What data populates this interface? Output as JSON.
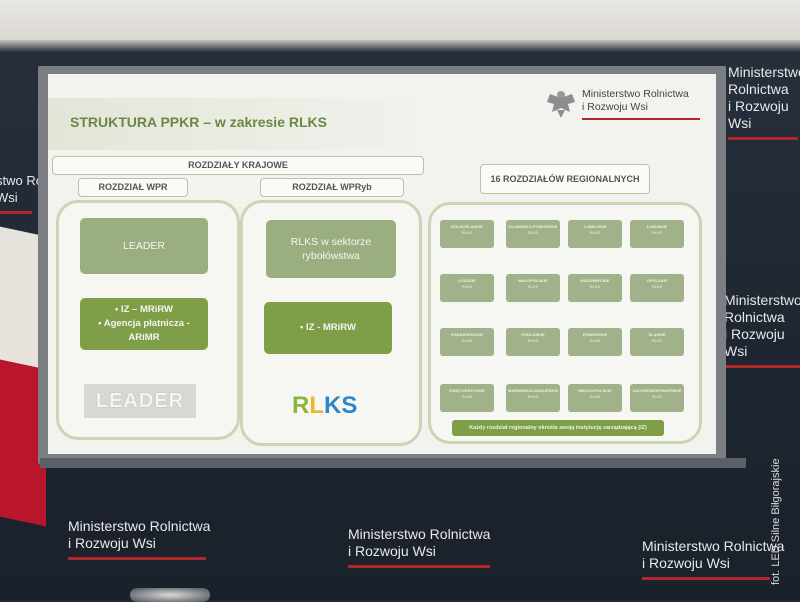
{
  "slide": {
    "title": "STRUKTURA PPKR – w zakresie RLKS",
    "ministry_logo": "Ministerstwo Rolnictwa\ni Rozwoju Wsi",
    "header_krajowe": "ROZDZIAŁY KRAJOWE",
    "header_wpr": "ROZDZIAŁ WPR",
    "header_wpryb": "ROZDZIAŁ WPRyb",
    "header_regional": "16 ROZDZIAŁÓW REGIONALNYCH",
    "wpr_box1": "LEADER",
    "wpr_box2": "• IZ – MRiRW\n• Agencja płatnicza -\nARiMR",
    "wpryb_box1": "RLKS w sektorze\nrybołówstwa",
    "wpryb_box2": "• IZ - MRiRW",
    "leader_logo": "LEADER",
    "rlks_logo": {
      "r": "R",
      "l": "L",
      "k": "K",
      "s": "S"
    },
    "regional_names": [
      "DOLNOŚLĄSKIE",
      "KUJAWSKO-POMORSKIE",
      "LUBELSKIE",
      "LUBUSKIE",
      "ŁÓDZKIE",
      "MAŁOPOLSKIE",
      "MAZOWIECKIE",
      "OPOLSKIE",
      "PODKARPACKIE",
      "PODLASKIE",
      "POMORSKIE",
      "ŚLĄSKIE",
      "ŚWIĘTOKRZYSKIE",
      "WARMIŃSKO-MAZURSKIE",
      "WIELKOPOLSKIE",
      "ZACHODNIOPOMORSKIE"
    ],
    "regional_sub": "RLKS",
    "regional_note": "Każdy rozdział regionalny określa swoją instytucję zarządzającą (IZ)"
  },
  "backdrop": {
    "brand_line1": "Ministerstwo Rolnictwa",
    "brand_line2": "i Rozwoju Wsi",
    "partial_left_1": "stwo Ro",
    "partial_left_2": "Wsi",
    "partial_right_1": "Ministerstwo Rolnictwa",
    "partial_right_2": "i Rozwoju Wsi"
  },
  "photo_credit": "fot. LED Silne Biłgorajskie",
  "colors": {
    "wall": "#1f2833",
    "brand_red": "#b3262b",
    "slide_green": "#7e9f48",
    "slide_green_light": "#9aae7f"
  }
}
